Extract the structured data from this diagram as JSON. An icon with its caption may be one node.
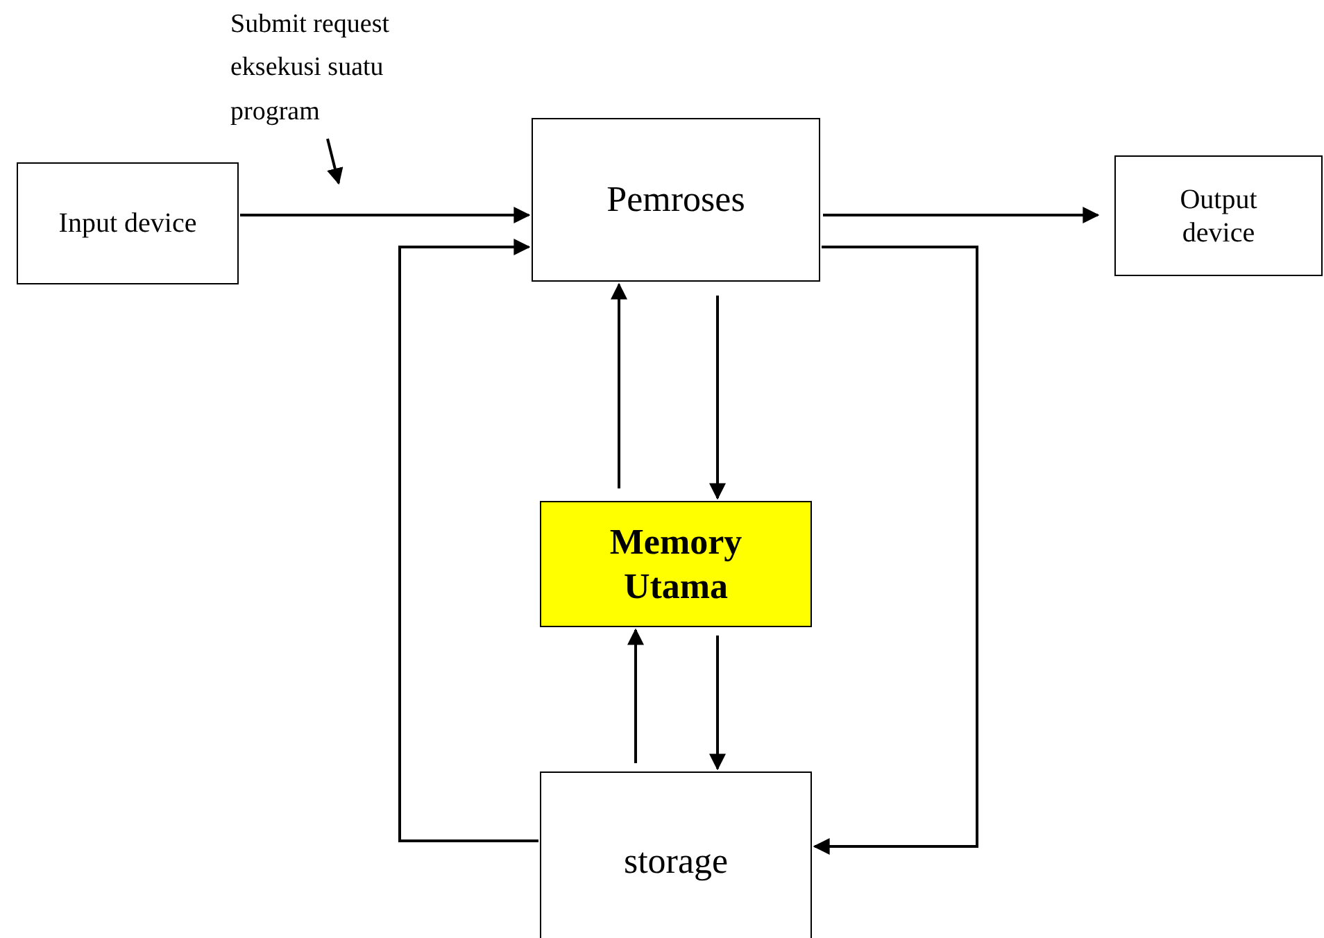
{
  "diagram": {
    "nodes": [
      {
        "text": [
          "Input device"
        ]
      },
      {
        "text": [
          "Pemroses"
        ]
      },
      {
        "text": [
          "Output device"
        ]
      },
      {
        "text": [
          "Memory Utama"
        ]
      },
      {
        "text": [
          "storage"
        ]
      },
      {
        "text": [
          "Submit request eksekusi suatu program"
        ]
      }
    ],
    "edges": [
      {
        "from": 0,
        "to": 1,
        "arrow": "to"
      },
      {
        "from": 1,
        "to": 2,
        "arrow": "to"
      },
      {
        "from": 3,
        "to": 1,
        "arrow": "to"
      },
      {
        "from": 1,
        "to": 3,
        "arrow": "to"
      },
      {
        "from": 4,
        "to": 3,
        "arrow": "to"
      },
      {
        "from": 3,
        "to": 4,
        "arrow": "to"
      },
      {
        "from": 4,
        "to": 1,
        "arrow": "to"
      },
      {
        "from": 1,
        "to": 4,
        "arrow": "to"
      },
      {
        "from": 5,
        "to": null,
        "arrow": "to"
      }
    ]
  }
}
